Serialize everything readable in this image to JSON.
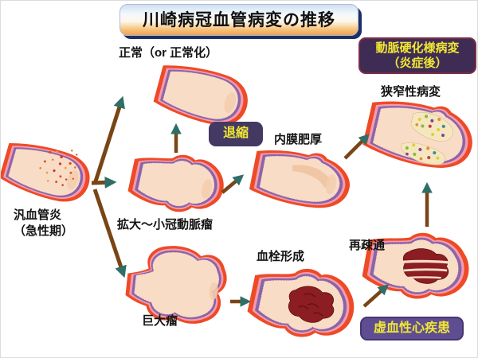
{
  "title": "川崎病冠血管病変の推移",
  "nodes": {
    "panvasculitis": {
      "label": "汎血管炎\n（急性期）"
    },
    "normal": {
      "label": "正常（or 正常化）"
    },
    "dilated": {
      "label": "拡大〜小冠動脈瘤"
    },
    "intimal": {
      "label": "内膜肥厚"
    },
    "stenosis": {
      "label": "狭窄性病変"
    },
    "giant": {
      "label": "巨大瘤"
    },
    "thrombus": {
      "label": "血栓形成"
    },
    "recanalization": {
      "label": "再疎通"
    }
  },
  "badges": {
    "regression": {
      "label": "退縮"
    },
    "arteriosclerosis": {
      "label": "動脈硬化様病変\n（炎症後）"
    },
    "ischemic": {
      "label": "虚血性心疾患"
    }
  },
  "edges": [
    {
      "from": "panvasculitis",
      "to": "normal"
    },
    {
      "from": "panvasculitis",
      "to": "dilated"
    },
    {
      "from": "panvasculitis",
      "to": "giant"
    },
    {
      "from": "dilated",
      "to": "normal",
      "via": "退縮"
    },
    {
      "from": "dilated",
      "to": "intimal"
    },
    {
      "from": "intimal",
      "to": "stenosis"
    },
    {
      "from": "giant",
      "to": "thrombus"
    },
    {
      "from": "thrombus",
      "to": "recanalization"
    },
    {
      "from": "recanalization",
      "to": "stenosis"
    }
  ],
  "colors": {
    "vessel_outer": "#ee4a26",
    "vessel_media": "#f29cb0",
    "vessel_intima_line": "#8a64a8",
    "vessel_lumen": "#f9dcc5",
    "thrombus": "#8c1d22",
    "arrow_shaft": "#7a4516",
    "arrow_head": "#2e6f67",
    "badge_bg_dark": "#3f2c55",
    "badge_bg_purple": "#5f4d92",
    "badge_text": "#f0e832",
    "title_gradient_top": "#cfe0f2",
    "title_gradient_bottom": "#f0a24e",
    "title_shadow": "#1e2f66"
  }
}
